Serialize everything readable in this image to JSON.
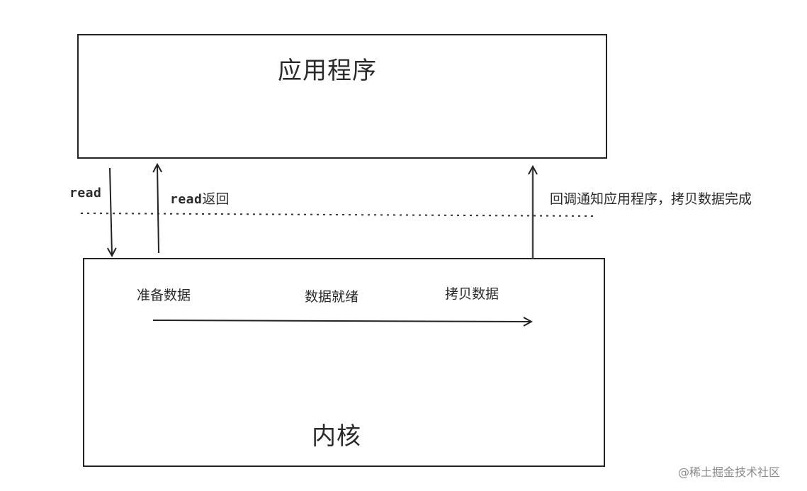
{
  "diagram": {
    "app_box": {
      "title": "应用程序"
    },
    "kernel_box": {
      "title": "内核"
    },
    "read_call": "read",
    "read_return_prefix": "read",
    "read_return_suffix": "返回",
    "callback_label": "回调通知应用程序，拷贝数据完成",
    "stages": [
      "准备数据",
      "数据就绪",
      "拷贝数据"
    ]
  },
  "watermark": "@稀土掘金技术社区"
}
